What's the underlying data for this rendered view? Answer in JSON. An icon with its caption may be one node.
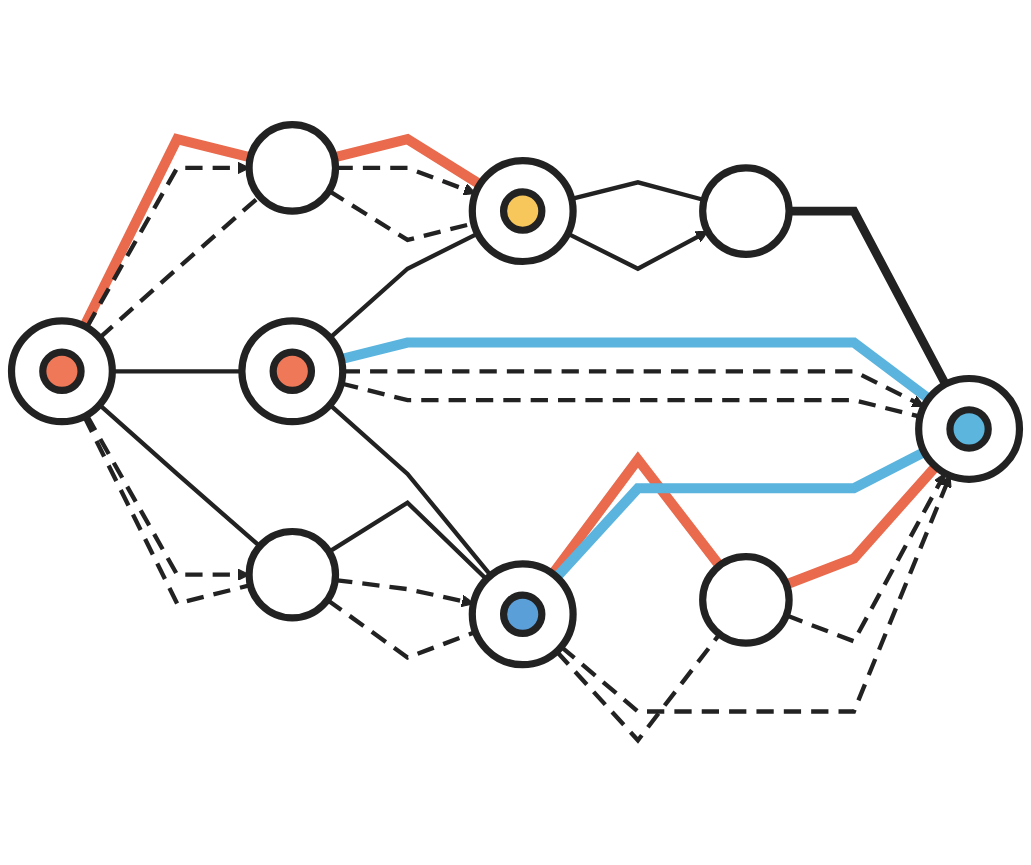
{
  "diagram": {
    "nodes": [
      {
        "text": [],
        "shape": "circle"
      },
      {
        "text": [],
        "shape": "circle"
      },
      {
        "text": [],
        "shape": "circle"
      },
      {
        "text": [],
        "shape": "circle"
      },
      {
        "text": [],
        "shape": "circle"
      },
      {
        "text": [],
        "shape": "circle"
      },
      {
        "text": [],
        "shape": "circle"
      },
      {
        "text": [],
        "shape": "circle"
      },
      {
        "text": [],
        "shape": "circle"
      }
    ],
    "edges": [
      {
        "from": 3,
        "to": 1,
        "arrow": "none",
        "style": "thick",
        "color": "#e96a4c"
      },
      {
        "from": 1,
        "to": 0,
        "arrow": "none",
        "style": "thick",
        "color": "#e96a4c"
      },
      {
        "from": 3,
        "to": 1,
        "arrow": "to",
        "style": "dashed"
      },
      {
        "from": 3,
        "to": 1,
        "arrow": "none",
        "style": "dashed"
      },
      {
        "from": 1,
        "to": 0,
        "arrow": "to",
        "style": "dashed"
      },
      {
        "from": 1,
        "to": 0,
        "arrow": "none",
        "style": "dashed"
      },
      {
        "from": 4,
        "to": 0,
        "arrow": "none"
      },
      {
        "from": 0,
        "to": 2,
        "arrow": "none"
      },
      {
        "from": 0,
        "to": 2,
        "arrow": "to"
      },
      {
        "from": 2,
        "to": 5,
        "arrow": "none",
        "style": "thick"
      },
      {
        "from": 3,
        "to": 4,
        "arrow": "none"
      },
      {
        "from": 4,
        "to": 5,
        "arrow": "none",
        "style": "thick",
        "color": "#5ab4de"
      },
      {
        "from": 4,
        "to": 5,
        "arrow": "to",
        "style": "dashed"
      },
      {
        "from": 4,
        "to": 5,
        "arrow": "none",
        "style": "dashed"
      },
      {
        "from": 3,
        "to": 6,
        "arrow": "none"
      },
      {
        "from": 3,
        "to": 6,
        "arrow": "to",
        "style": "dashed"
      },
      {
        "from": 3,
        "to": 6,
        "arrow": "none",
        "style": "dashed"
      },
      {
        "from": 6,
        "to": 8,
        "arrow": "none"
      },
      {
        "from": 6,
        "to": 8,
        "arrow": "to",
        "style": "dashed"
      },
      {
        "from": 6,
        "to": 8,
        "arrow": "none",
        "style": "dashed"
      },
      {
        "from": 4,
        "to": 8,
        "arrow": "none"
      },
      {
        "from": 8,
        "to": 7,
        "arrow": "none",
        "style": "thick",
        "color": "#e96a4c"
      },
      {
        "from": 7,
        "to": 5,
        "arrow": "none",
        "style": "thick",
        "color": "#e96a4c"
      },
      {
        "from": 8,
        "to": 5,
        "arrow": "none",
        "style": "thick",
        "color": "#5ab4de"
      },
      {
        "from": 8,
        "to": 5,
        "arrow": "to",
        "style": "dashed"
      },
      {
        "from": 8,
        "to": 7,
        "arrow": "none",
        "style": "dashed"
      },
      {
        "from": 7,
        "to": 5,
        "arrow": "to",
        "style": "dashed"
      }
    ]
  }
}
